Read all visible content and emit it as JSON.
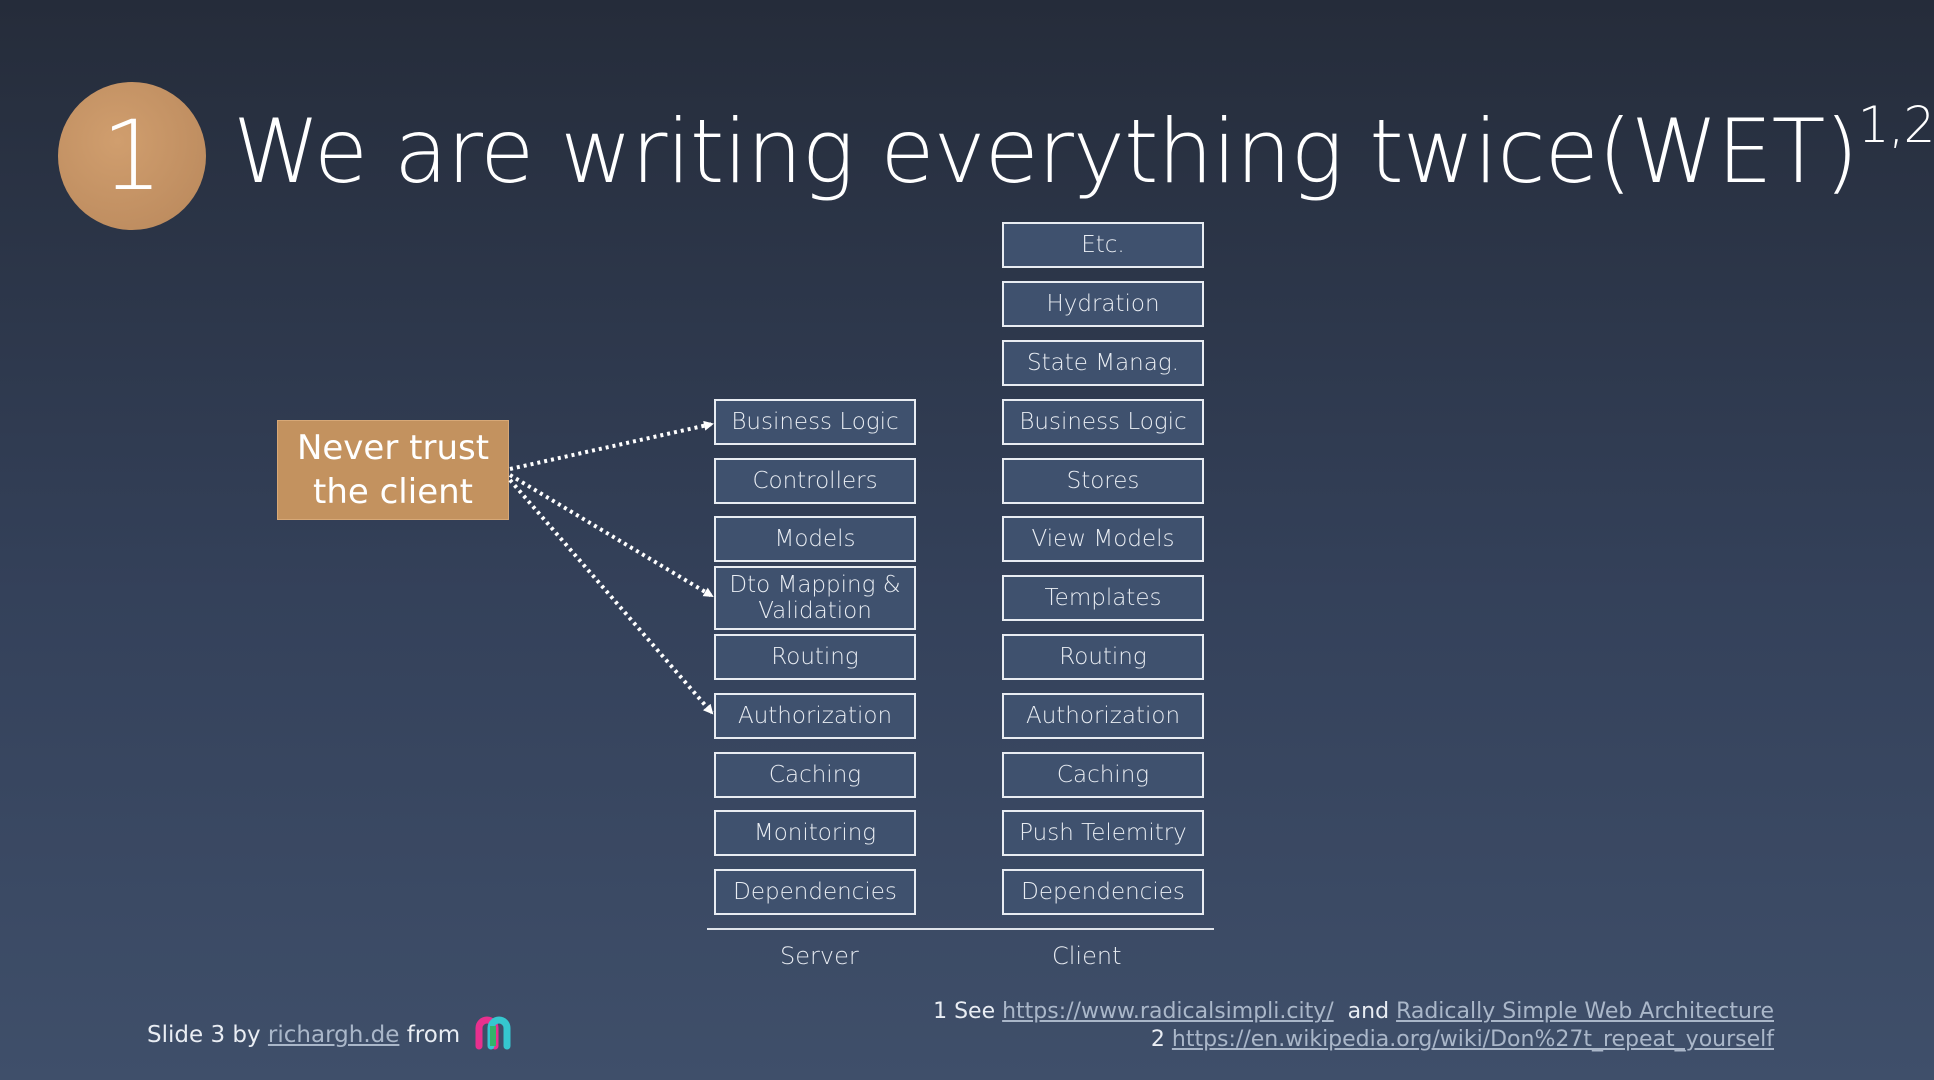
{
  "slide": {
    "number": "1",
    "title": "We are writing everything twice(WET)",
    "title_sup": "1,2"
  },
  "callout": {
    "line1": "Never trust",
    "line2": "the client"
  },
  "server": {
    "label": "Server",
    "items": [
      "Business Logic",
      "Controllers",
      "Models",
      "Dto Mapping & Validation",
      "Routing",
      "Authorization",
      "Caching",
      "Monitoring",
      "Dependencies"
    ]
  },
  "client": {
    "label": "Client",
    "items": [
      "Etc.",
      "Hydration",
      "State Manag.",
      "Business Logic",
      "Stores",
      "View Models",
      "Templates",
      "Routing",
      "Authorization",
      "Caching",
      "Push Telemitry",
      "Dependencies"
    ]
  },
  "footer": {
    "left_prefix": "Slide 3 by",
    "left_link": "richargh.de",
    "left_suffix": "from",
    "logo_icon": "brand-logo-icon"
  },
  "footnotes": {
    "n1_prefix": "1 See",
    "n1_link1": "https://www.radicalsimpli.city/",
    "n1_and": "and",
    "n1_link2": "Radically Simple Web Architecture",
    "n2_prefix": "2",
    "n2_link": "https://en.wikipedia.org/wiki/Don%27t_repeat_yourself"
  },
  "colors": {
    "accent": "#c3925f",
    "box_fill": "#3f516e",
    "box_border": "#e8ecf2",
    "background_top": "#252c3a",
    "background_bottom": "#3f4f6a"
  }
}
